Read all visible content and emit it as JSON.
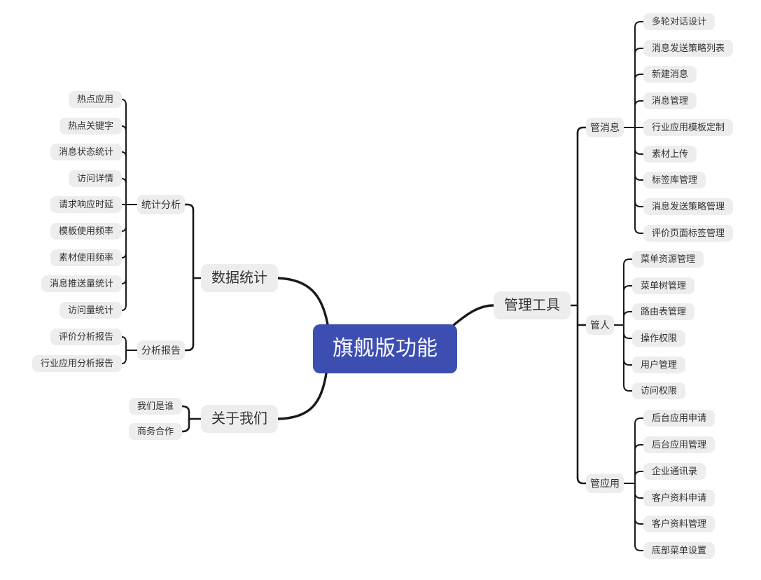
{
  "colors": {
    "root_bg": "#3c4eb1",
    "root_text": "#ffffff",
    "node_bg": "#ededed",
    "node_text": "#333333",
    "line": "#1a1a1a",
    "background": "#ffffff"
  },
  "root": {
    "label": "旗舰版功能"
  },
  "left": {
    "data_statistics": {
      "label": "数据统计",
      "statistical_analysis": {
        "label": "统计分析",
        "leaves": [
          "热点应用",
          "热点关键字",
          "消息状态统计",
          "访问详情",
          "请求响应时延",
          "模板使用频率",
          "素材使用频率",
          "消息推送量统计",
          "访问量统计"
        ]
      },
      "analysis_report": {
        "label": "分析报告",
        "leaves": [
          "评价分析报告",
          "行业应用分析报告"
        ]
      }
    },
    "about_us": {
      "label": "关于我们",
      "leaves": [
        "我们是谁",
        "商务合作"
      ]
    }
  },
  "right": {
    "management_tools": {
      "label": "管理工具",
      "manage_messages": {
        "label": "管消息",
        "leaves": [
          "多轮对话设计",
          "消息发送策略列表",
          "新建消息",
          "消息管理",
          "行业应用模板定制",
          "素材上传",
          "标签库管理",
          "消息发送策略管理",
          "评价页面标签管理"
        ]
      },
      "manage_people": {
        "label": "管人",
        "leaves": [
          "菜单资源管理",
          "菜单树管理",
          "路由表管理",
          "操作权限",
          "用户管理",
          "访问权限"
        ]
      },
      "manage_apps": {
        "label": "管应用",
        "leaves": [
          "后台应用申请",
          "后台应用管理",
          "企业通讯录",
          "客户资料申请",
          "客户资料管理",
          "底部菜单设置"
        ]
      }
    }
  }
}
